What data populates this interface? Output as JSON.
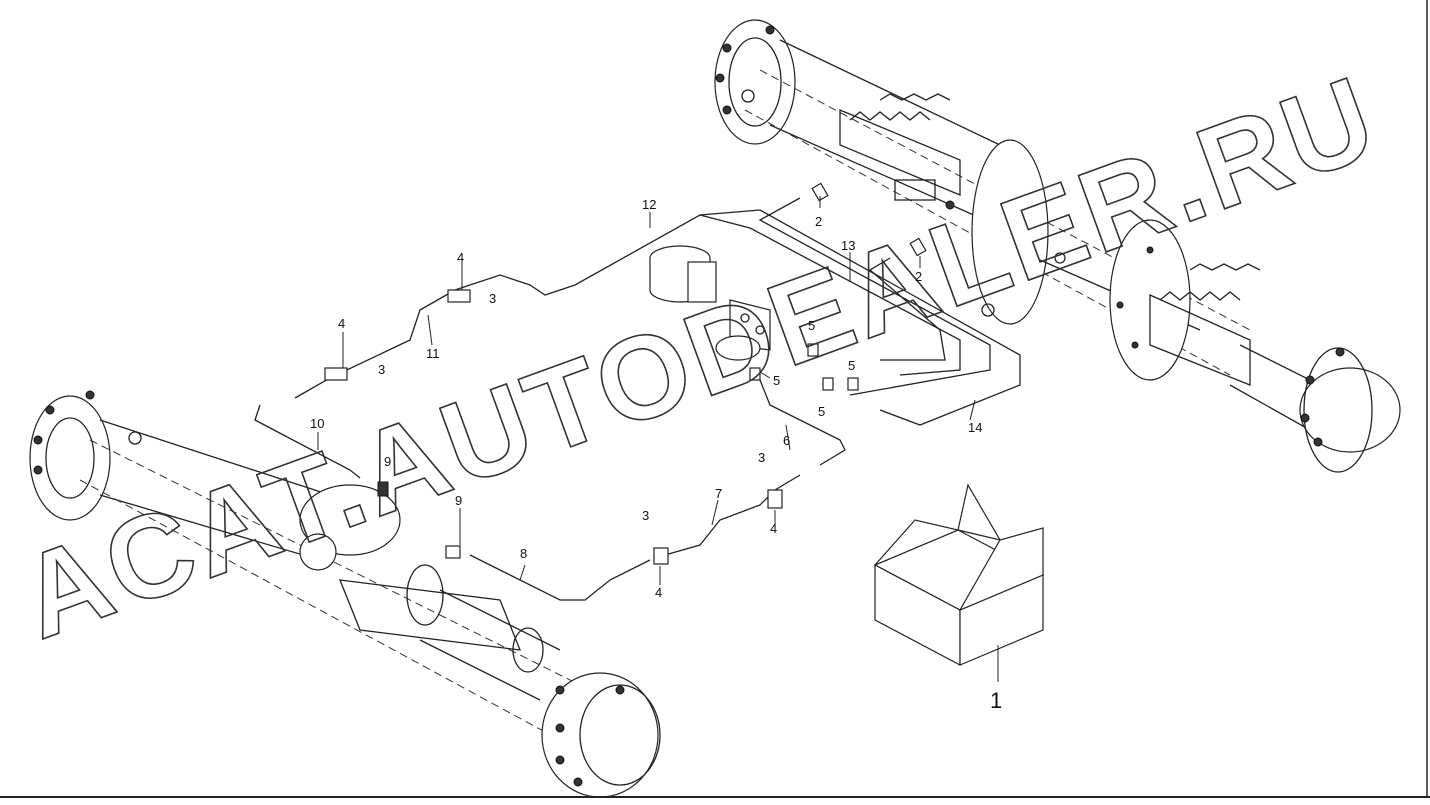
{
  "watermark": "ACAT.AUTODEALER.RU",
  "callouts": {
    "c1": "1",
    "c2a": "2",
    "c2b": "2",
    "c3a": "3",
    "c3b": "3",
    "c3c": "3",
    "c3d": "3",
    "c4a": "4",
    "c4b": "4",
    "c4c": "4",
    "c4d": "4",
    "c5a": "5",
    "c5b": "5",
    "c5c": "5",
    "c5d": "5",
    "c6": "6",
    "c7": "7",
    "c8": "8",
    "c9a": "9",
    "c9b": "9",
    "c10": "10",
    "c11": "11",
    "c12": "12",
    "c13": "13",
    "c14": "14"
  }
}
